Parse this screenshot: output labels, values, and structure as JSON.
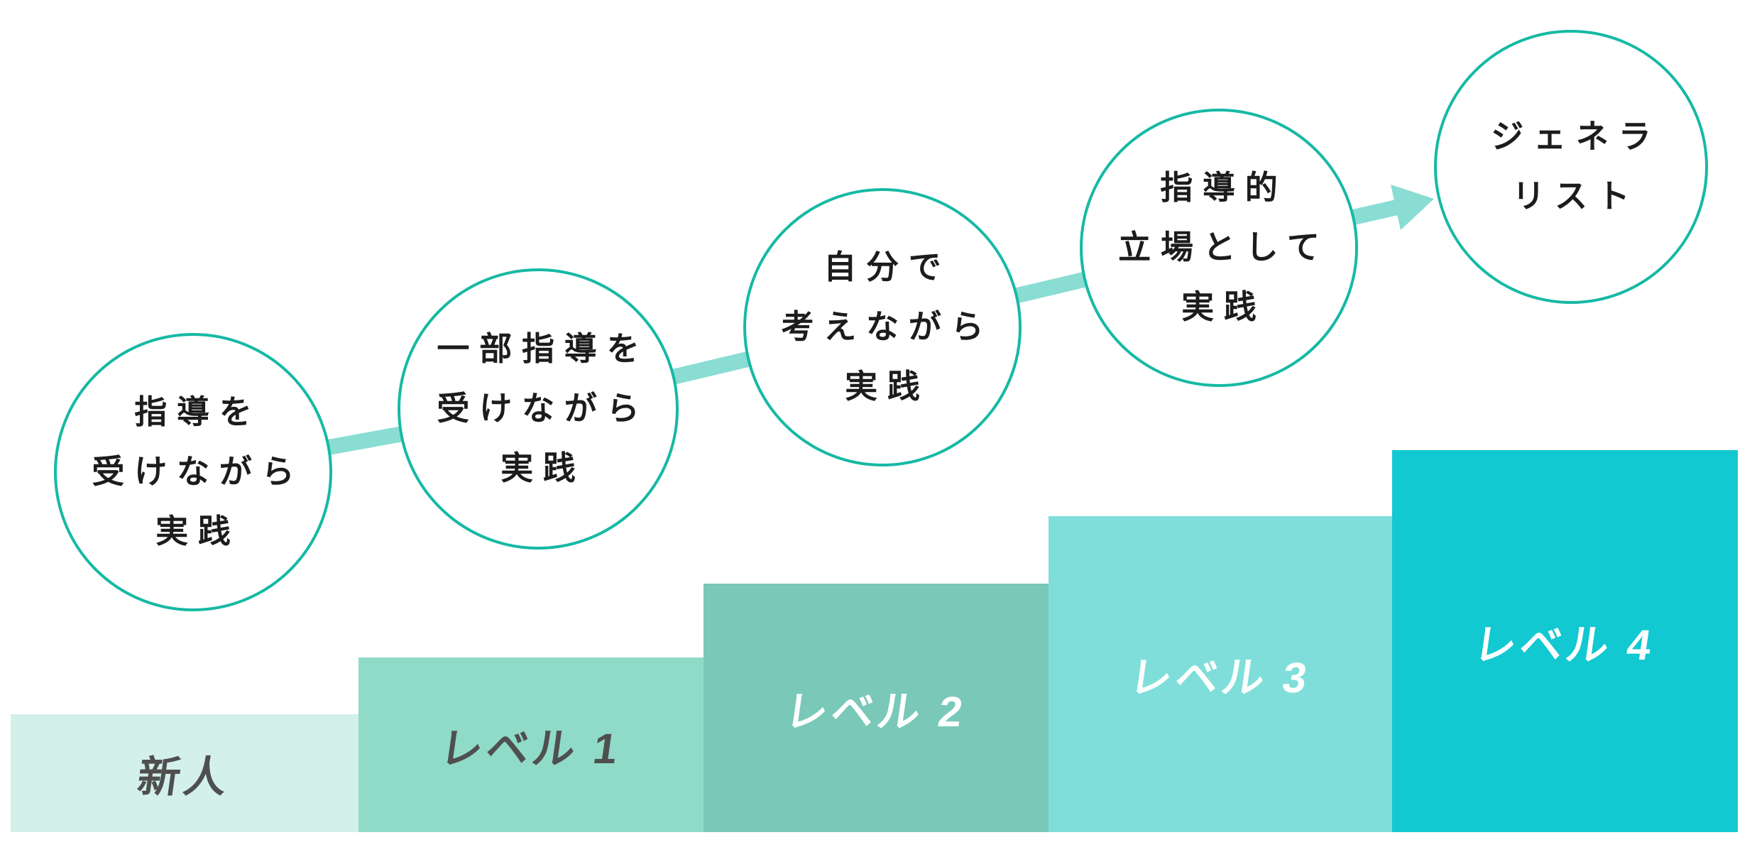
{
  "diagram": {
    "circles": [
      {
        "lines": [
          "指導を",
          "受けながら",
          "実践"
        ]
      },
      {
        "lines": [
          "一部指導を",
          "受けながら",
          "実践"
        ]
      },
      {
        "lines": [
          "自分で",
          "考えながら",
          "実践"
        ]
      },
      {
        "lines": [
          "指導的",
          "立場として",
          "実践"
        ]
      },
      {
        "lines": [
          "ジェネラ",
          "リスト"
        ]
      }
    ],
    "steps": [
      {
        "label": "新人",
        "fill": "#d3f0ea",
        "label_color": "#4f4f4f"
      },
      {
        "label": "レベル 1",
        "fill": "#8fdbc7",
        "label_color": "#4f4f4f"
      },
      {
        "label": "レベル 2",
        "fill": "#79c8b8",
        "label_color": "#ffffff"
      },
      {
        "label": "レベル 3",
        "fill": "#7fdeda",
        "label_color": "#ffffff"
      },
      {
        "label": "レベル 4",
        "fill": "#12c8d1",
        "label_color": "#ffffff"
      }
    ],
    "colors": {
      "background": "#ffffff",
      "circle_stroke": "#16b9a4",
      "circle_fill": "#ffffff",
      "circle_text": "#1c1c1c",
      "arrow": "#89ddd3"
    }
  }
}
